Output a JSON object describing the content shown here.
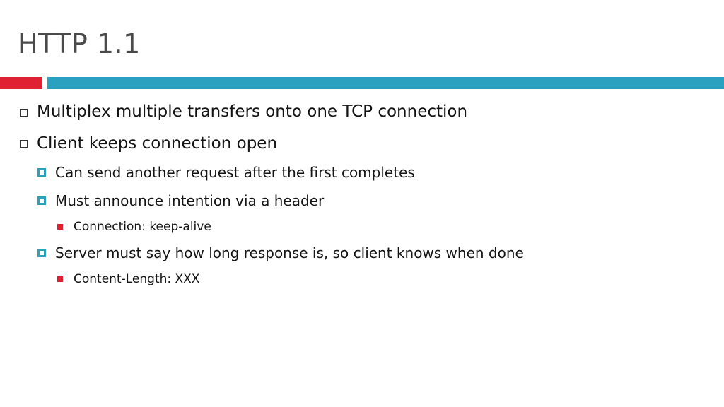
{
  "slide": {
    "title": "HTTP 1.1",
    "colors": {
      "accent_red": "#e02131",
      "accent_blue": "#2aa1bf"
    },
    "bullets": [
      {
        "level": 1,
        "marker": "hollow-square-icon",
        "text": "Multiplex multiple transfers onto one TCP connection"
      },
      {
        "level": 1,
        "marker": "hollow-square-icon",
        "text": "Client keeps connection open"
      },
      {
        "level": 2,
        "marker": "blue-square-bullet-icon",
        "text": "Can send another request after the first completes"
      },
      {
        "level": 2,
        "marker": "blue-square-bullet-icon",
        "text": "Must announce intention via a header"
      },
      {
        "level": 3,
        "marker": "red-square-bullet-icon",
        "text": "Connection: keep-alive"
      },
      {
        "level": 2,
        "marker": "blue-square-bullet-icon",
        "text": "Server must say how long response is, so client knows when done"
      },
      {
        "level": 3,
        "marker": "red-square-bullet-icon",
        "text": "Content-Length: XXX"
      }
    ]
  }
}
